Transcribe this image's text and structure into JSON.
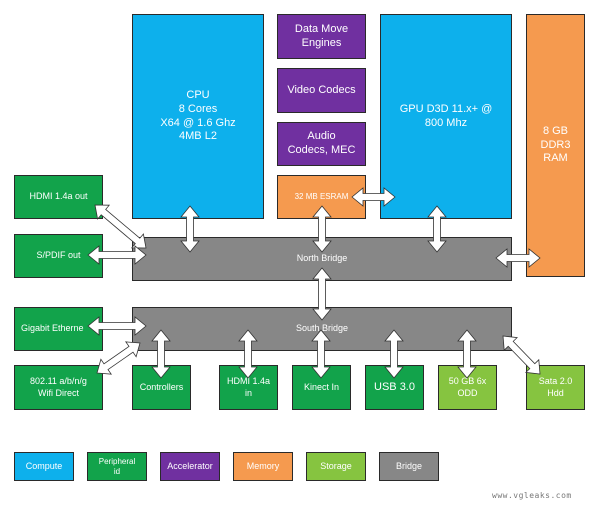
{
  "colors": {
    "compute": "#0db0ec",
    "peripheral": "#12a34b",
    "accelerator": "#7030a0",
    "memory": "#f59a4f",
    "storage": "#86c440",
    "bridge": "#878787"
  },
  "blocks": {
    "cpu": "CPU\n8 Cores\nX64 @ 1.6 Ghz\n4MB L2",
    "data_move": "Data Move\nEngines",
    "video_codecs": "Video Codecs",
    "audio_codecs": "Audio\nCodecs, MEC",
    "esram": "32 MB ESRAM",
    "gpu": "GPU D3D 11.x+ @\n800 Mhz",
    "ram": "8 GB\nDDR3\nRAM",
    "north_bridge": "North Bridge",
    "south_bridge": "South Bridge",
    "hdmi_out": "HDMI 1.4a out",
    "spdif_out": "S/PDIF out",
    "gigabit": "Gigabit Etherne",
    "wifi": "802.11 a/b/n/g\nWifi Direct",
    "controllers": "Controllers",
    "hdmi_in": "HDMI 1.4a\nin",
    "kinect": "Kinect In",
    "usb": "USB 3.0",
    "odd": "50 GB 6x\nODD",
    "sata": "Sata 2.0\nHdd"
  },
  "legend": [
    {
      "label": "Compute",
      "key": "compute"
    },
    {
      "label": "Peripheral\nid",
      "key": "peripheral"
    },
    {
      "label": "Accelerator",
      "key": "accelerator"
    },
    {
      "label": "Memory",
      "key": "memory"
    },
    {
      "label": "Storage",
      "key": "storage"
    },
    {
      "label": "Bridge",
      "key": "bridge"
    }
  ],
  "watermark": "www.vgleaks.com"
}
